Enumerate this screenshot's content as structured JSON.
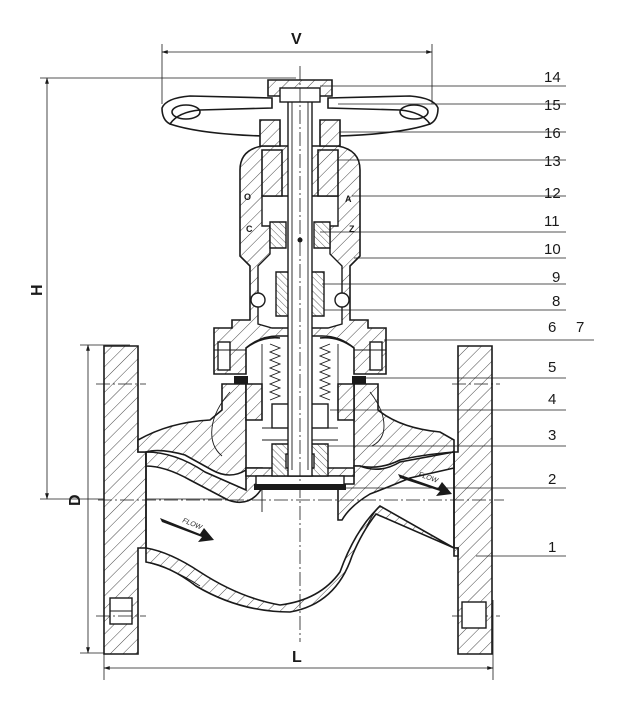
{
  "parts": [
    {
      "label": "1"
    },
    {
      "label": "2"
    },
    {
      "label": "3"
    },
    {
      "label": "4"
    },
    {
      "label": "5"
    },
    {
      "label": "6"
    },
    {
      "label": "7"
    },
    {
      "label": "8"
    },
    {
      "label": "9"
    },
    {
      "label": "10"
    },
    {
      "label": "11"
    },
    {
      "label": "12"
    },
    {
      "label": "13"
    },
    {
      "label": "14"
    },
    {
      "label": "15"
    },
    {
      "label": "16"
    }
  ],
  "dimensions": {
    "v": "V",
    "h": "H",
    "d": "D",
    "l": "L"
  },
  "flow": {
    "inlet": "FLOW",
    "outlet": "FLOW"
  },
  "body_marks": {
    "left_upper": "O",
    "left_lower": "C",
    "right_upper": "A",
    "right_lower": "Z"
  }
}
